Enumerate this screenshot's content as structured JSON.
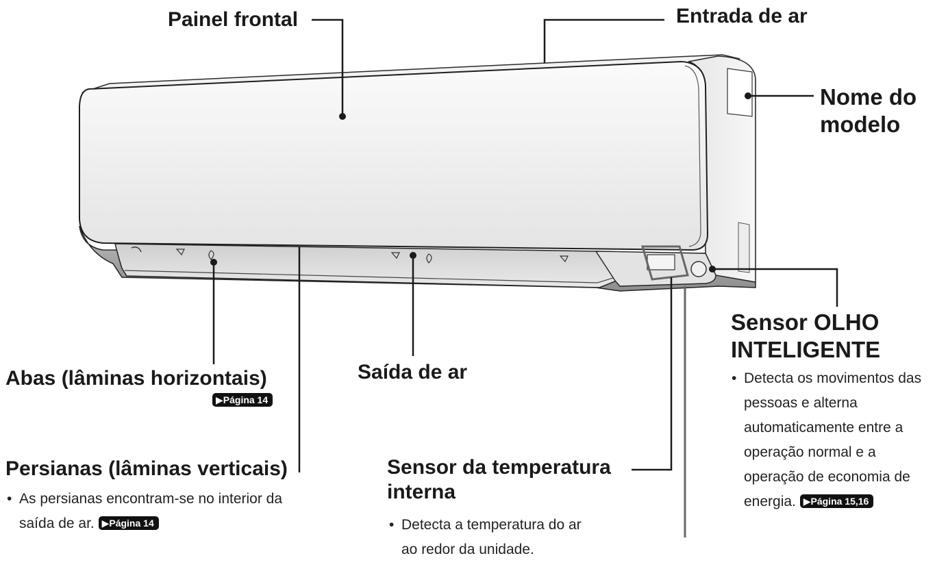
{
  "labels": {
    "front_panel": "Painel frontal",
    "air_intake": "Entrada de ar",
    "model_name_line1": "Nome do",
    "model_name_line2": "modelo",
    "smart_eye_line1": "Sensor OLHO",
    "smart_eye_line2": "INTELIGENTE",
    "flaps": "Abas (lâminas horizontais)",
    "air_outlet": "Saída de ar",
    "louvers": "Persianas (lâminas verticais)",
    "room_temp_line1": "Sensor da temperatura",
    "room_temp_line2": "interna"
  },
  "descriptions": {
    "louvers": [
      "As persianas encontram-se no interior da",
      "saída de ar."
    ],
    "room_temp": [
      "Detecta a temperatura do ar",
      "ao redor da unidade."
    ],
    "smart_eye": [
      "Detecta os movimentos das",
      "pessoas e alterna",
      "automaticamente entre a",
      "operação normal e a",
      "operação de economia de",
      "energia."
    ]
  },
  "page_refs": {
    "flaps": "▶Página 14",
    "louvers": "▶Página 14",
    "smart_eye": "▶Página 15,16"
  },
  "bullet_char": "•",
  "colors": {
    "leader": "#1a1a1a",
    "leader_grey": "#666666",
    "outline": "#2a2a2a",
    "badge_bg": "#111111"
  }
}
